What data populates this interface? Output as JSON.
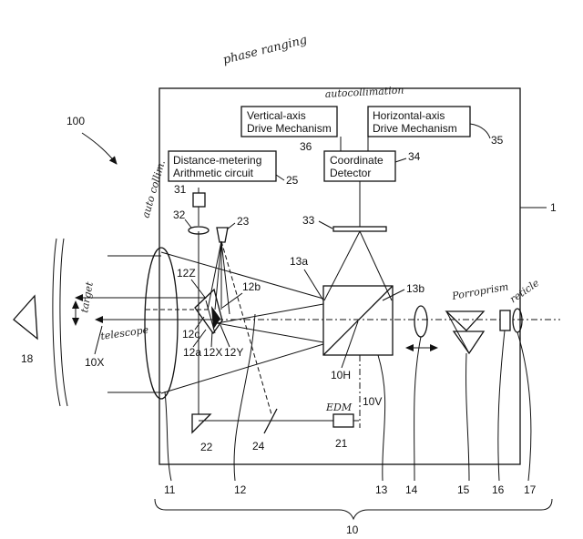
{
  "annotations": {
    "phase_ranging": "phase ranging",
    "autocollimation": "autocollimation",
    "auto_collim": "auto collim.",
    "target": "target",
    "telescope": "telescope",
    "edm": "EDM",
    "porroprism": "Porroprism",
    "reticle": "reticle"
  },
  "boxes": {
    "vertical_drive": [
      "Vertical-axis",
      "Drive Mechanism"
    ],
    "horizontal_drive": [
      "Horizontal-axis",
      "Drive Mechanism"
    ],
    "distance_metering": [
      "Distance-metering",
      "Arithmetic circuit"
    ],
    "coordinate_detector": [
      "Coordinate",
      "Detector"
    ]
  },
  "labels": {
    "l100": "100",
    "l1": "1",
    "l36": "36",
    "l35": "35",
    "l34": "34",
    "l25": "25",
    "l31": "31",
    "l32": "32",
    "l23": "23",
    "l33": "33",
    "l13a": "13a",
    "l13b": "13b",
    "l12Z": "12Z",
    "l12b": "12b",
    "l12c": "12c",
    "l12a": "12a",
    "l12X": "12X",
    "l12Y": "12Y",
    "l18": "18",
    "l10X": "10X",
    "l10H": "10H",
    "l10V": "10V",
    "l21": "21",
    "l22": "22",
    "l24": "24",
    "l11": "11",
    "l12": "12",
    "l13": "13",
    "l14": "14",
    "l15": "15",
    "l16": "16",
    "l17": "17",
    "l10": "10"
  }
}
